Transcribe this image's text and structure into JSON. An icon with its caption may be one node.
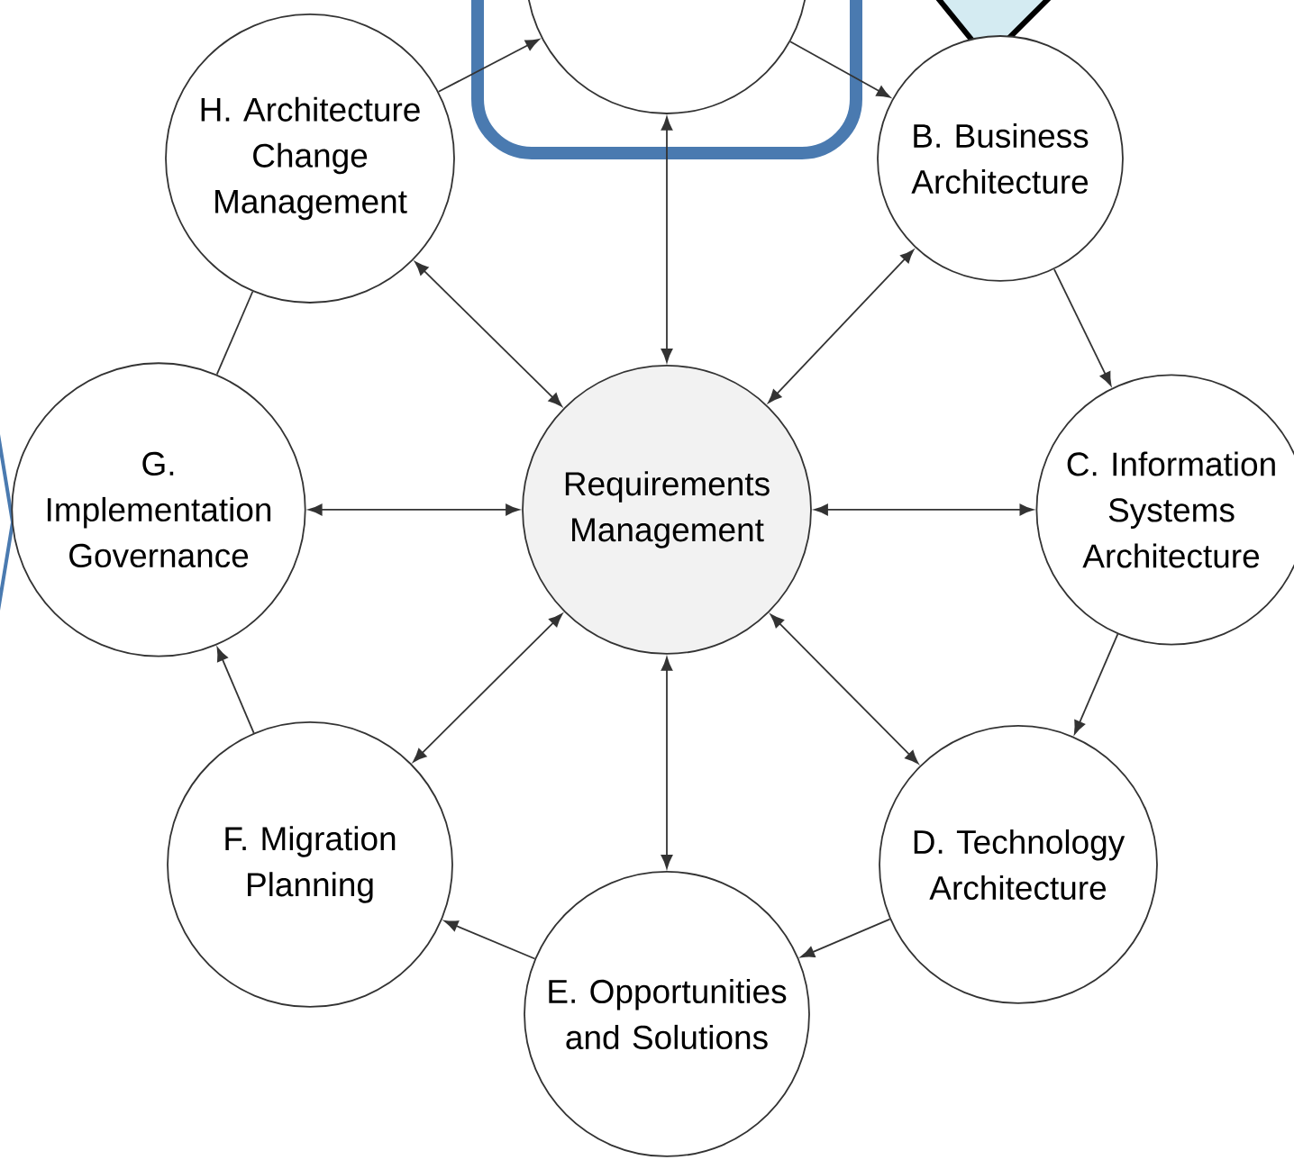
{
  "diagram": {
    "nodes": [
      {
        "text": [],
        "shape": "box"
      },
      {
        "text": [],
        "shape": "circle",
        "in": 0
      },
      {
        "text": [
          "B. Business Architecture"
        ]
      },
      {
        "text": [
          "C. Information Systems Architecture"
        ]
      },
      {
        "text": [
          "D. Technology Architecture"
        ]
      },
      {
        "text": [
          "E. Opportunities and Solutions"
        ]
      },
      {
        "text": [
          "F. Migration Planning"
        ]
      },
      {
        "text": [
          "G. Implementation Governance"
        ]
      },
      {
        "text": [
          "H. Architecture Change Management"
        ]
      },
      {
        "text": [
          "Requirements Management"
        ]
      }
    ],
    "edges": [
      {
        "from": 8,
        "to": 1,
        "arrow": "to"
      },
      {
        "from": 1,
        "to": 2,
        "arrow": "to"
      },
      {
        "from": 2,
        "to": 3,
        "arrow": "to"
      },
      {
        "from": 3,
        "to": 4,
        "arrow": "to"
      },
      {
        "from": 4,
        "to": 5,
        "arrow": "to"
      },
      {
        "from": 5,
        "to": 6,
        "arrow": "to"
      },
      {
        "from": 6,
        "to": 7,
        "arrow": "to"
      },
      {
        "from": 7,
        "to": 8,
        "arrow": "none"
      },
      {
        "from": 9,
        "to": 1,
        "arrow": "both"
      },
      {
        "from": 9,
        "to": 2,
        "arrow": "both"
      },
      {
        "from": 9,
        "to": 3,
        "arrow": "both"
      },
      {
        "from": 9,
        "to": 4,
        "arrow": "both"
      },
      {
        "from": 9,
        "to": 5,
        "arrow": "both"
      },
      {
        "from": 9,
        "to": 6,
        "arrow": "both"
      },
      {
        "from": 9,
        "to": 7,
        "arrow": "both"
      },
      {
        "from": 9,
        "to": 8,
        "arrow": "both"
      }
    ]
  }
}
